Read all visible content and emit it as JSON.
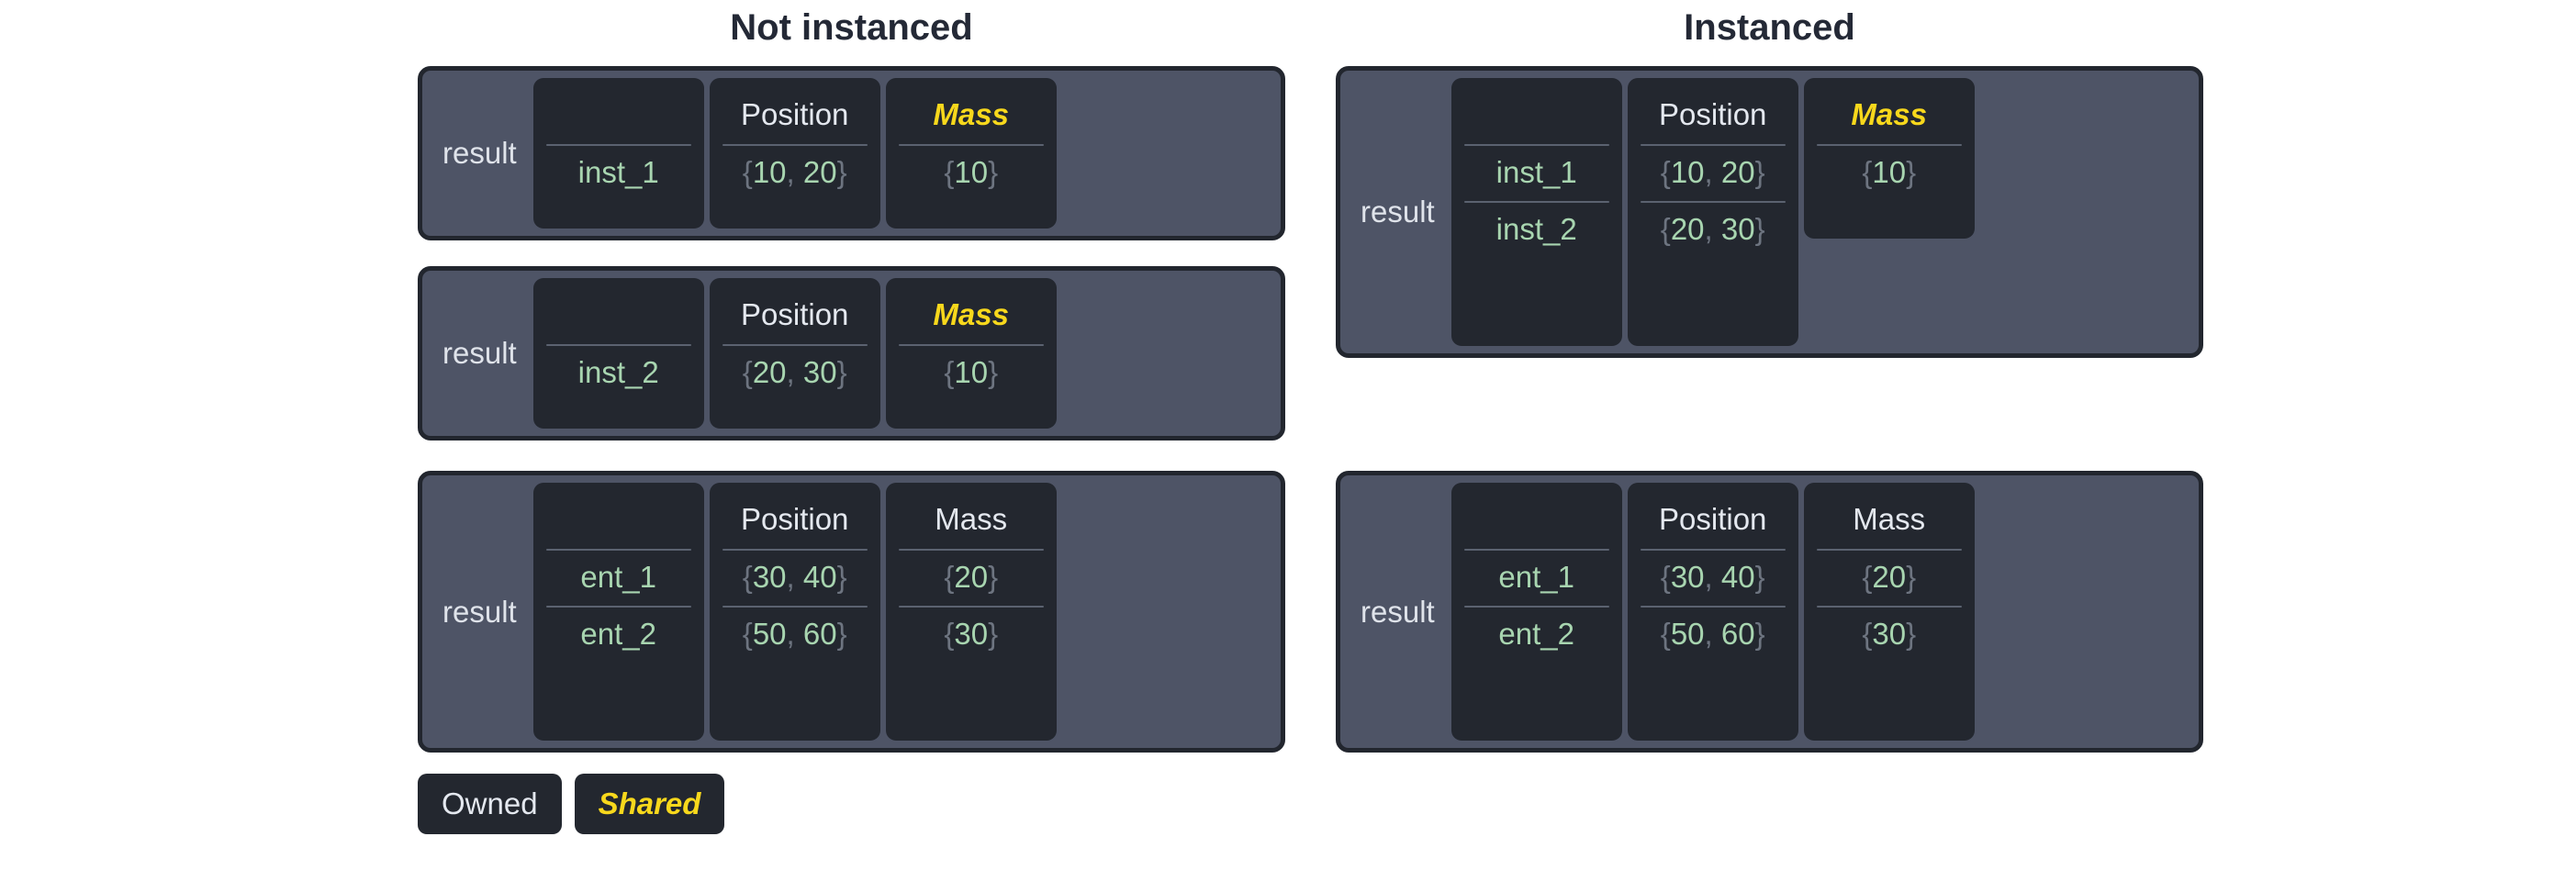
{
  "headings": {
    "left": "Not instanced",
    "right": "Instanced"
  },
  "labels": {
    "result": "result",
    "position_header": "Position",
    "mass_header": "Mass",
    "blank_header": ""
  },
  "colors": {
    "panel_bg": "#4e5466",
    "panel_border": "#22262e",
    "cell_bg": "#23272f",
    "owned_text": "#e4e8ef",
    "shared_text": "#f8d81c",
    "value_text": "#a8d5b0",
    "brace_text": "#6d7480",
    "rule": "#5b6270",
    "page_bg": "#ffffff",
    "title_text": "#242936"
  },
  "not_instanced": {
    "tables": [
      {
        "result_label": "result",
        "columns": [
          {
            "header": "",
            "shared": false,
            "cells": [
              "inst_1"
            ]
          },
          {
            "header": "Position",
            "shared": false,
            "cells": [
              "{10, 20}"
            ]
          },
          {
            "header": "Mass",
            "shared": true,
            "cells": [
              "{10}"
            ]
          }
        ]
      },
      {
        "result_label": "result",
        "columns": [
          {
            "header": "",
            "shared": false,
            "cells": [
              "inst_2"
            ]
          },
          {
            "header": "Position",
            "shared": false,
            "cells": [
              "{20, 30}"
            ]
          },
          {
            "header": "Mass",
            "shared": true,
            "cells": [
              "{10}"
            ]
          }
        ]
      },
      {
        "result_label": "result",
        "columns": [
          {
            "header": "",
            "shared": false,
            "cells": [
              "ent_1",
              "ent_2"
            ]
          },
          {
            "header": "Position",
            "shared": false,
            "cells": [
              "{30, 40}",
              "{50, 60}"
            ]
          },
          {
            "header": "Mass",
            "shared": false,
            "cells": [
              "{20}",
              "{30}"
            ]
          }
        ]
      }
    ]
  },
  "instanced": {
    "tables": [
      {
        "result_label": "result",
        "columns": [
          {
            "header": "",
            "shared": false,
            "cells": [
              "inst_1",
              "inst_2"
            ]
          },
          {
            "header": "Position",
            "shared": false,
            "cells": [
              "{10, 20}",
              "{20, 30}"
            ]
          },
          {
            "header": "Mass",
            "shared": true,
            "cells": [
              "{10}"
            ]
          }
        ]
      },
      {
        "result_label": "result",
        "columns": [
          {
            "header": "",
            "shared": false,
            "cells": [
              "ent_1",
              "ent_2"
            ]
          },
          {
            "header": "Position",
            "shared": false,
            "cells": [
              "{30, 40}",
              "{50, 60}"
            ]
          },
          {
            "header": "Mass",
            "shared": false,
            "cells": [
              "{20}",
              "{30}"
            ]
          }
        ]
      }
    ]
  },
  "legend": {
    "owned": "Owned",
    "shared": "Shared"
  }
}
